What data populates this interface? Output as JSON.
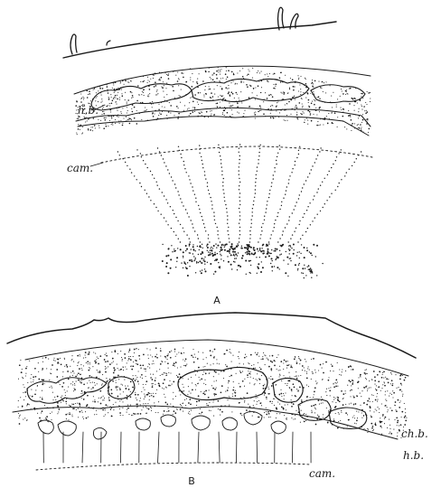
{
  "figure_a": {
    "caption": "A",
    "labels": {
      "hb": "h.b.",
      "cam": "cam."
    }
  },
  "figure_b": {
    "caption": "B",
    "labels": {
      "chb": "ch.b.",
      "hb": "h.b.",
      "cam": "cam."
    }
  },
  "colors": {
    "ink": "#1a1a1a",
    "paper": "#ffffff"
  }
}
